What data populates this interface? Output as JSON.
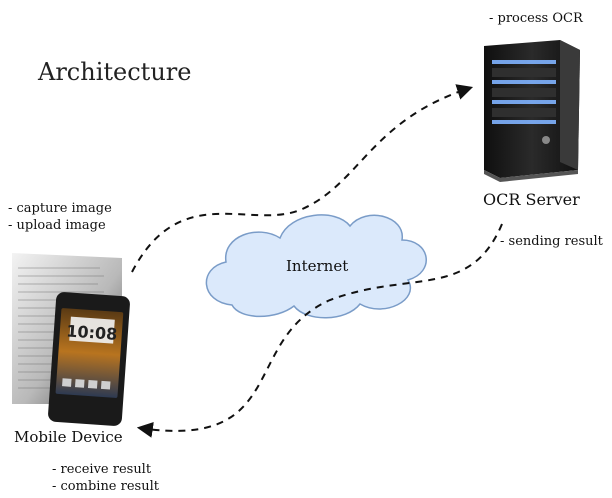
{
  "title": "Architecture",
  "server": {
    "label": "OCR Server",
    "note": "- process OCR",
    "sending_note": "- sending result"
  },
  "cloud": {
    "label": "Internet"
  },
  "mobile": {
    "label": "Mobile Device",
    "notes_top": [
      "- capture image",
      "- upload image"
    ],
    "notes_bottom": [
      "- receive result",
      "- combine result"
    ],
    "clock_text": "10:08"
  },
  "colors": {
    "arrow": "#111111",
    "cloud_fill": "#dbe9fb",
    "cloud_stroke": "#7a9cc8",
    "server_body": "#1c1c1c",
    "server_light": "#7fb3ff"
  }
}
